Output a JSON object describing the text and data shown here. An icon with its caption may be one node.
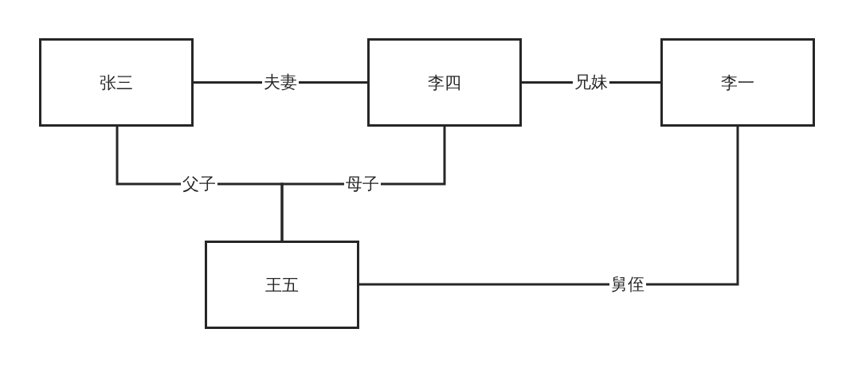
{
  "diagram": {
    "nodes": [
      {
        "text": [
          "张三"
        ]
      },
      {
        "text": [
          "李四"
        ]
      },
      {
        "text": [
          "李一"
        ]
      },
      {
        "text": [
          "王五"
        ]
      }
    ],
    "edges": [
      {
        "from": 0,
        "to": 1,
        "arrow": "none",
        "label": "夫妻"
      },
      {
        "from": 1,
        "to": 2,
        "arrow": "none",
        "label": "兄妹"
      },
      {
        "from": 0,
        "to": 3,
        "arrow": "none",
        "label": "父子"
      },
      {
        "from": 1,
        "to": 3,
        "arrow": "none",
        "label": "母子"
      },
      {
        "from": 2,
        "to": 3,
        "arrow": "none",
        "label": "舅侄"
      }
    ]
  }
}
